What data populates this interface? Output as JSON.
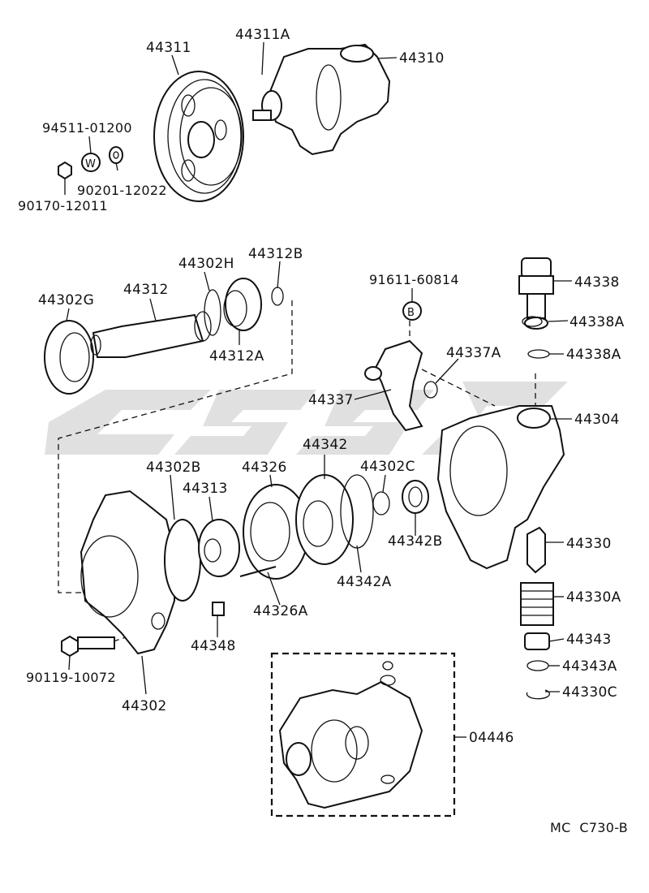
{
  "diagram": {
    "parts": {
      "p44311": "44311",
      "p44311A": "44311A",
      "p44310": "44310",
      "p94511": "94511-01200",
      "p90201": "90201-12022",
      "p90170": "90170-12011",
      "p44302H": "44302H",
      "p44312B": "44312B",
      "p44302G": "44302G",
      "p44312": "44312",
      "p44312A": "44312A",
      "p91611": "91611-60814",
      "p44338": "44338",
      "p44338A_1": "44338A",
      "p44338A_2": "44338A",
      "p44337A": "44337A",
      "p44337": "44337",
      "p44304": "44304",
      "p44342": "44342",
      "p44302C": "44302C",
      "p44302B": "44302B",
      "p44326": "44326",
      "p44313": "44313",
      "p44342B": "44342B",
      "p44330": "44330",
      "p44330A": "44330A",
      "p44342A": "44342A",
      "p44326A": "44326A",
      "p44348": "44348",
      "p44343": "44343",
      "p44343A": "44343A",
      "p44330C": "44330C",
      "p90119": "90119-10072",
      "p44302": "44302",
      "p04446": "04446"
    },
    "markers": {
      "washer_mark": "W",
      "bolt_mark": "B"
    },
    "reference_code": "MC  C730-B"
  }
}
